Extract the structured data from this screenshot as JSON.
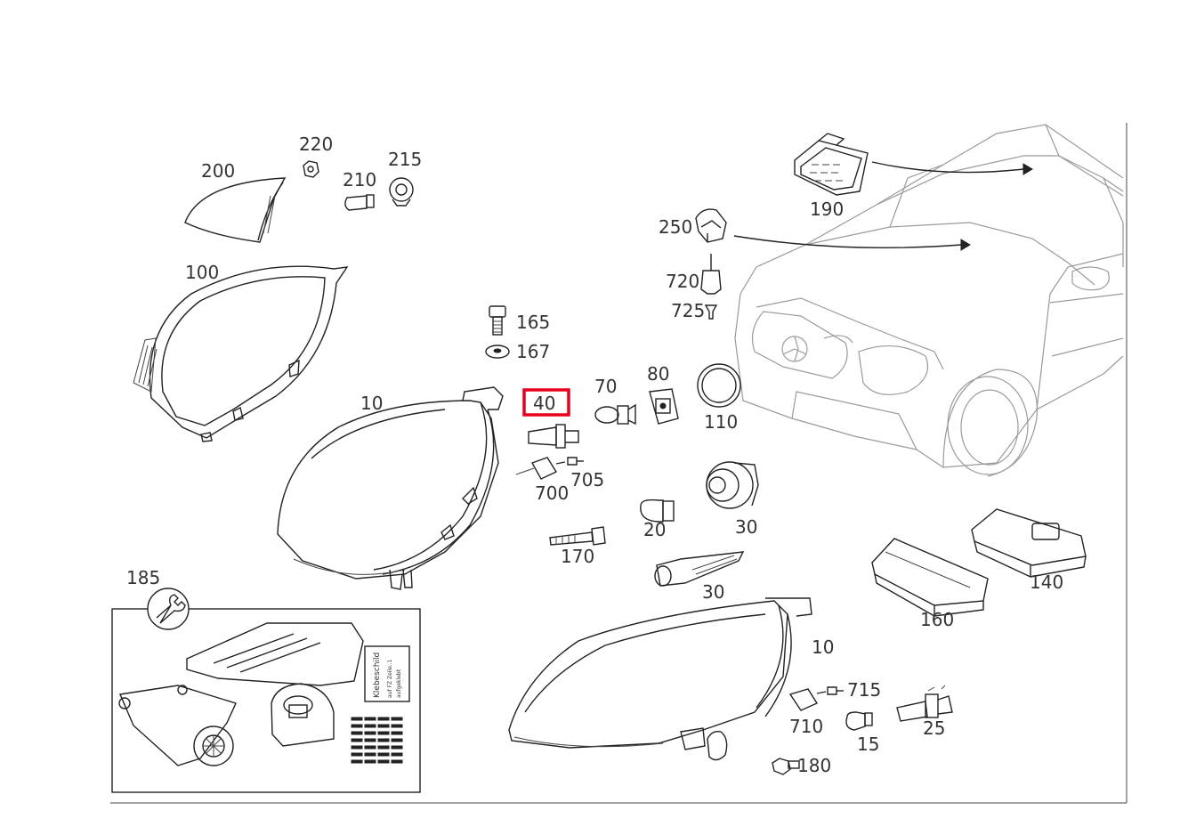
{
  "colors": {
    "highlight": "#e8001c",
    "line": "#222222",
    "vehicle": "#9a9a9a"
  },
  "highlighted_part": "40",
  "labels": {
    "p220": "220",
    "p215": "215",
    "p200": "200",
    "p210": "210",
    "p100": "100",
    "p190": "190",
    "p250": "250",
    "p720": "720",
    "p725": "725",
    "p165": "165",
    "p167": "167",
    "p10a": "10",
    "p40": "40",
    "p70": "70",
    "p80": "80",
    "p110": "110",
    "p700": "700",
    "p705": "705",
    "p20": "20",
    "p30a": "30",
    "p170": "170",
    "p30b": "30",
    "p140": "140",
    "p160": "160",
    "p185": "185",
    "p10b": "10",
    "p715": "715",
    "p710": "710",
    "p15": "15",
    "p25": "25",
    "p180": "180"
  },
  "sticker": {
    "title": "Klebeschild",
    "line1": "auf FZ Zeile..1",
    "line2": "aufgeklebt"
  }
}
